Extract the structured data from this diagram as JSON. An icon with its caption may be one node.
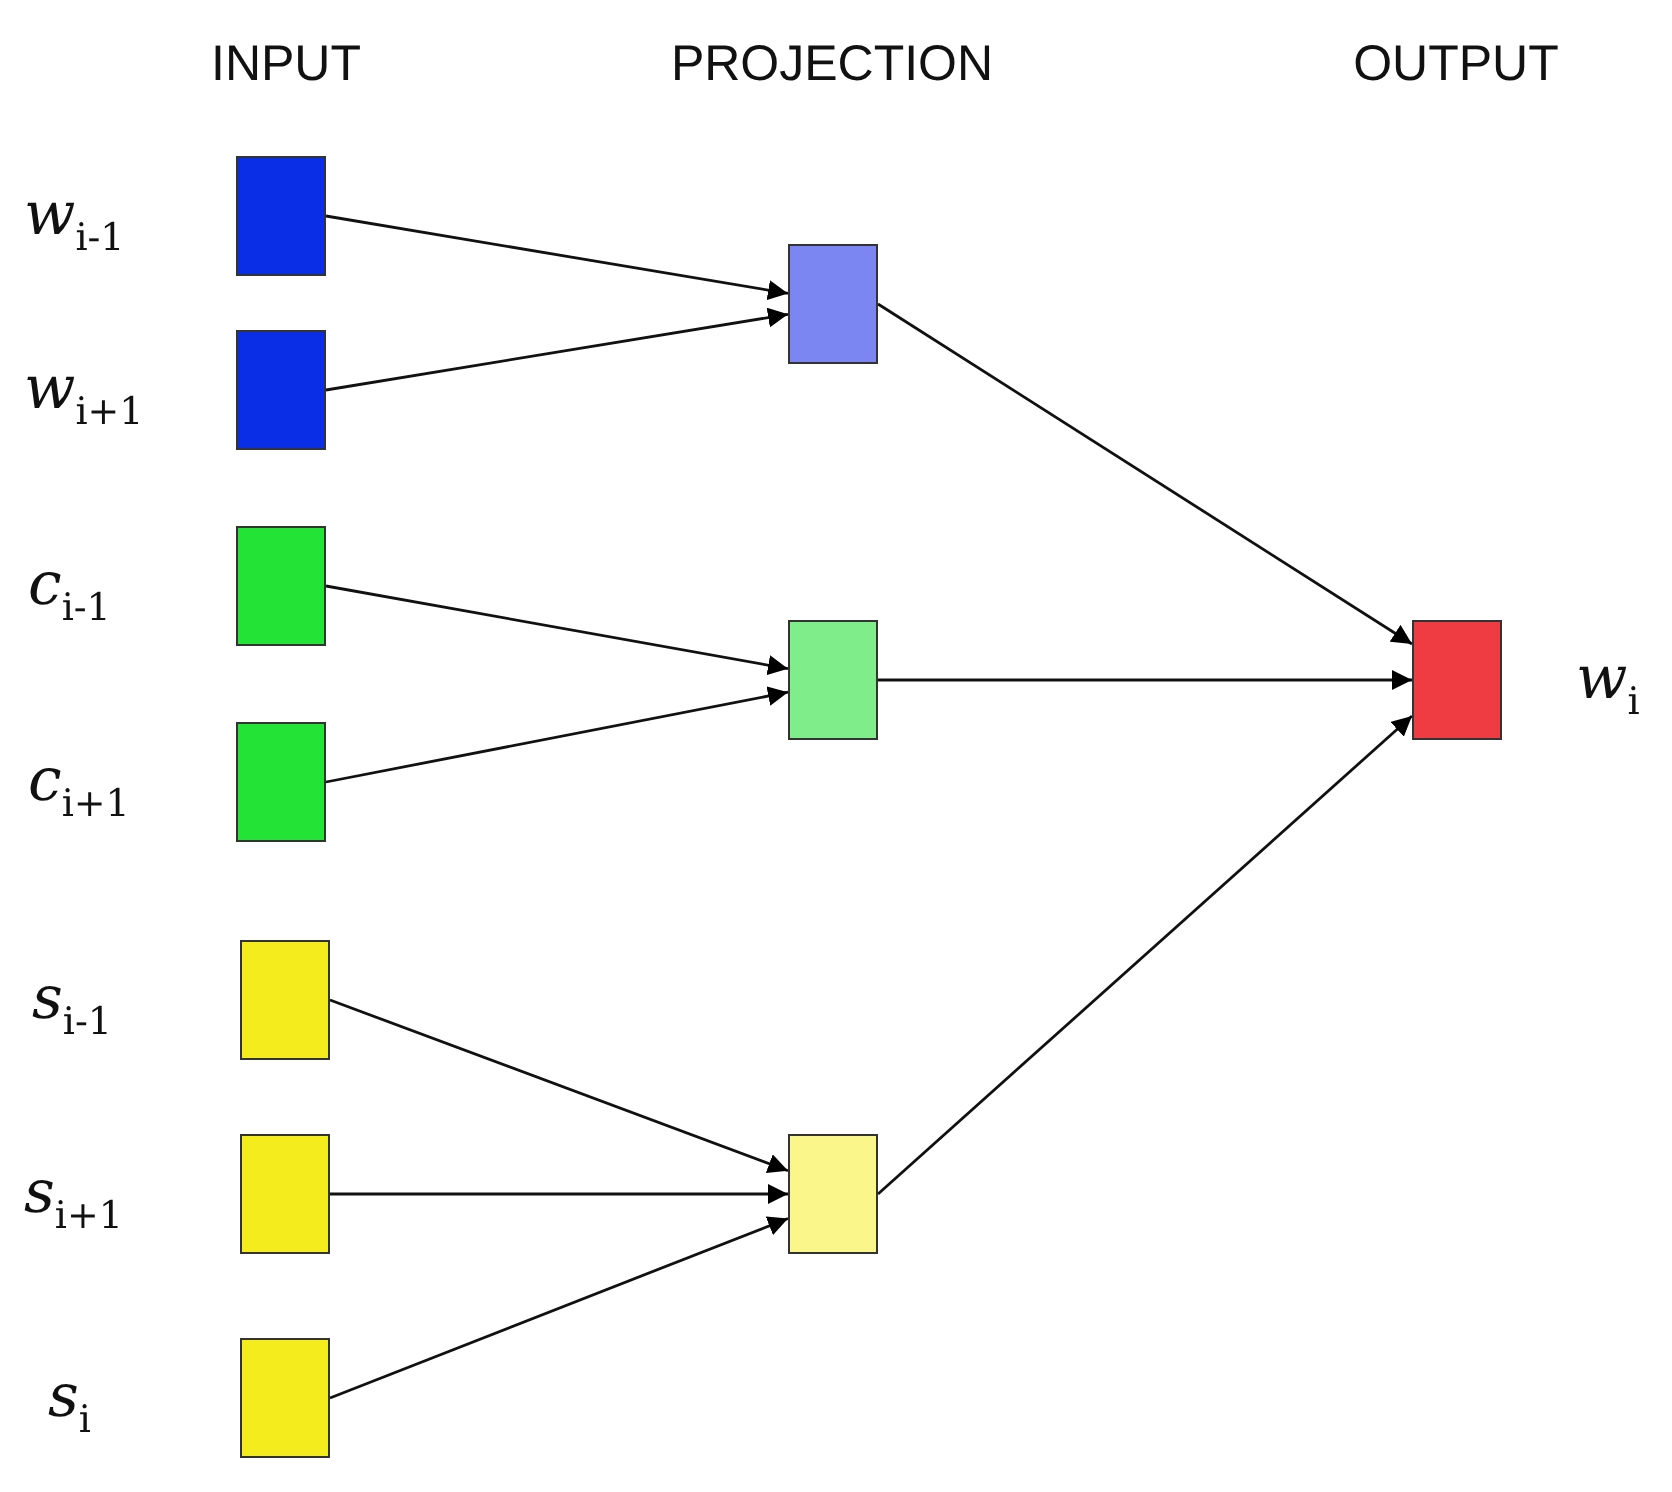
{
  "diagram": {
    "nodes": [
      {
        "text": [],
        "shape": "box",
        "beside": [
          "w$_{i-1}$"
        ]
      },
      {
        "text": [],
        "shape": "box",
        "beside": [
          "w$_{i+1}$"
        ]
      },
      {
        "text": [],
        "shape": "box",
        "beside": [
          "c$_{i-1}$"
        ]
      },
      {
        "text": [],
        "shape": "box",
        "beside": [
          "c$_{i+1}$"
        ]
      },
      {
        "text": [],
        "shape": "box",
        "beside": [
          "s$_{i-1}$"
        ]
      },
      {
        "text": [],
        "shape": "box",
        "beside": [
          "s$_{i+1}$"
        ]
      },
      {
        "text": [],
        "shape": "box",
        "beside": [
          "s$_{i}$"
        ]
      },
      {
        "text": [],
        "shape": "box"
      },
      {
        "text": [],
        "shape": "box"
      },
      {
        "text": [],
        "shape": "box"
      },
      {
        "text": [],
        "shape": "box",
        "beside": [
          "w$_{i}$"
        ]
      }
    ],
    "edges": [
      {
        "from": 0,
        "to": 7,
        "arrow": "to"
      },
      {
        "from": 1,
        "to": 7,
        "arrow": "to"
      },
      {
        "from": 2,
        "to": 8,
        "arrow": "to"
      },
      {
        "from": 3,
        "to": 8,
        "arrow": "to"
      },
      {
        "from": 4,
        "to": 9,
        "arrow": "to"
      },
      {
        "from": 5,
        "to": 9,
        "arrow": "to"
      },
      {
        "from": 6,
        "to": 9,
        "arrow": "to"
      },
      {
        "from": 7,
        "to": 10,
        "arrow": "to"
      },
      {
        "from": 8,
        "to": 10,
        "arrow": "to"
      },
      {
        "from": 9,
        "to": 10,
        "arrow": "to"
      }
    ],
    "labels": [
      "INPUT",
      "PROJECTION",
      "OUTPUT"
    ]
  }
}
